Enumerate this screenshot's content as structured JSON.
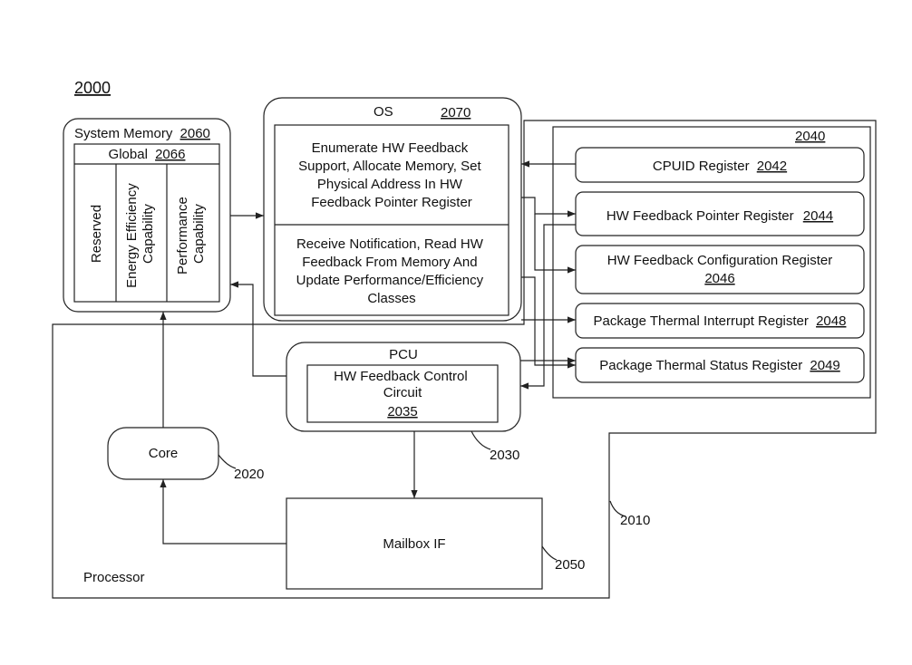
{
  "figure": {
    "number": "2000"
  },
  "processor": {
    "label": "Processor",
    "ref": "2010"
  },
  "system_memory": {
    "title": "System Memory",
    "ref": "2060",
    "global_label": "Global",
    "global_ref": "2066",
    "columns": [
      [
        "Reserved"
      ],
      [
        "Energy Efficiency",
        "Capability"
      ],
      [
        "Performance",
        "Capability"
      ]
    ]
  },
  "os": {
    "title": "OS",
    "ref": "2070",
    "block1": [
      "Enumerate HW Feedback",
      "Support, Allocate Memory, Set",
      "Physical Address In HW",
      "Feedback Pointer Register"
    ],
    "block2": [
      "Receive Notification, Read HW",
      "Feedback From Memory And",
      "Update Performance/Efficiency",
      "Classes"
    ]
  },
  "registers": {
    "ref": "2040",
    "items": [
      {
        "label": "CPUID Register",
        "ref": "2042"
      },
      {
        "label": "HW Feedback Pointer Register",
        "ref": "2044"
      },
      {
        "label": "HW Feedback Configuration Register",
        "ref": "2046"
      },
      {
        "label": "Package Thermal Interrupt Register",
        "ref": "2048"
      },
      {
        "label": "Package Thermal Status Register",
        "ref": "2049"
      }
    ]
  },
  "pcu": {
    "title": "PCU",
    "ref": "2030",
    "circuit": [
      "HW Feedback Control",
      "Circuit"
    ],
    "circuit_ref": "2035"
  },
  "core": {
    "label": "Core",
    "ref": "2020"
  },
  "mailbox": {
    "label": "Mailbox IF",
    "ref": "2050"
  }
}
